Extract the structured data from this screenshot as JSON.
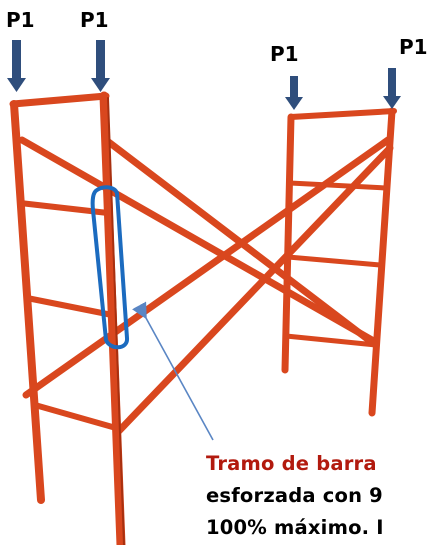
{
  "loads": [
    {
      "label": "P1"
    },
    {
      "label": "P1"
    },
    {
      "label": "P1"
    },
    {
      "label": "P1"
    }
  ],
  "annotation": {
    "line1": "Tramo de barra",
    "line2": "esforzada con 9",
    "line3": "100% máximo. I"
  },
  "colors": {
    "frame": "#d9471e",
    "frame_dark": "#a8300f",
    "arrow": "#2f4e7c",
    "highlight": "#1c6bbf",
    "callout": "#5a86c4",
    "caption_red": "#b21a0e"
  }
}
